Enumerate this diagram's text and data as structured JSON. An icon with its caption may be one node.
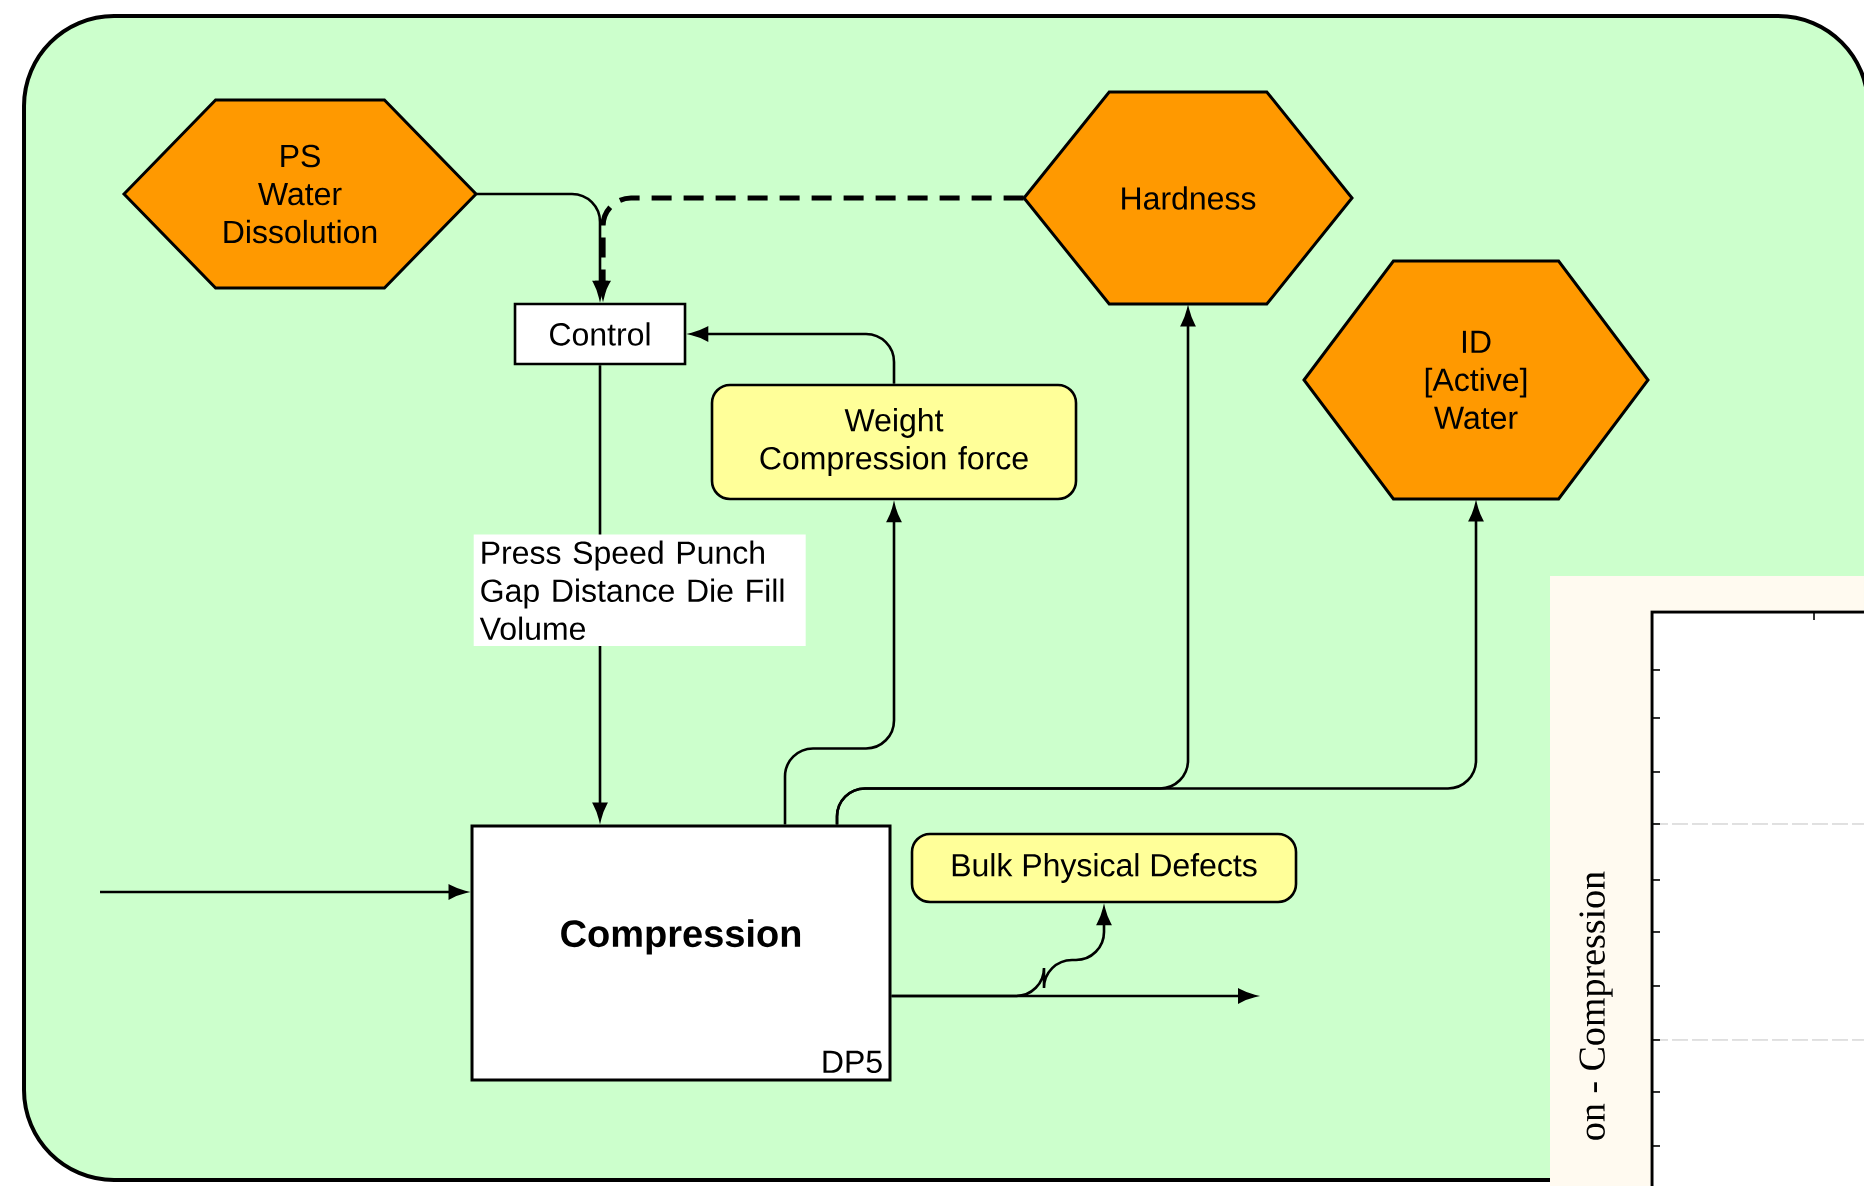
{
  "diagram": {
    "nodes": [
      {
        "text": [
          "PS",
          "Water Dissolution"
        ]
      },
      {
        "text": [
          "Hardness"
        ]
      },
      {
        "text": [
          "Control"
        ]
      },
      {
        "text": [
          "Weight Compression force"
        ]
      },
      {
        "text": [
          "ID",
          "[Active] Water"
        ]
      },
      {
        "text": [
          "Compression",
          "DP5"
        ]
      },
      {
        "text": [
          "Bulk Physical Defects"
        ]
      }
    ],
    "edges": [
      {
        "from": 0,
        "to": 2,
        "arrow": "to"
      },
      {
        "from": 1,
        "to": 2,
        "arrow": "to",
        "style": "dashed"
      },
      {
        "from": 3,
        "to": 2,
        "arrow": "to"
      },
      {
        "from": 2,
        "to": 5,
        "arrow": "to",
        "label": "Press Speed Punch Gap Distance Die Fill Volume"
      },
      {
        "from": 5,
        "to": 3,
        "arrow": "to"
      },
      {
        "from": 5,
        "to": 1,
        "arrow": "to"
      },
      {
        "from": 5,
        "to": 4,
        "arrow": "to"
      },
      {
        "from": null,
        "to": 5,
        "arrow": "to"
      },
      {
        "from": 5,
        "to": null,
        "arrow": "to"
      },
      {
        "from": 5,
        "to": 6,
        "arrow": "to"
      }
    ],
    "labels": [
      "on - Compression"
    ]
  }
}
